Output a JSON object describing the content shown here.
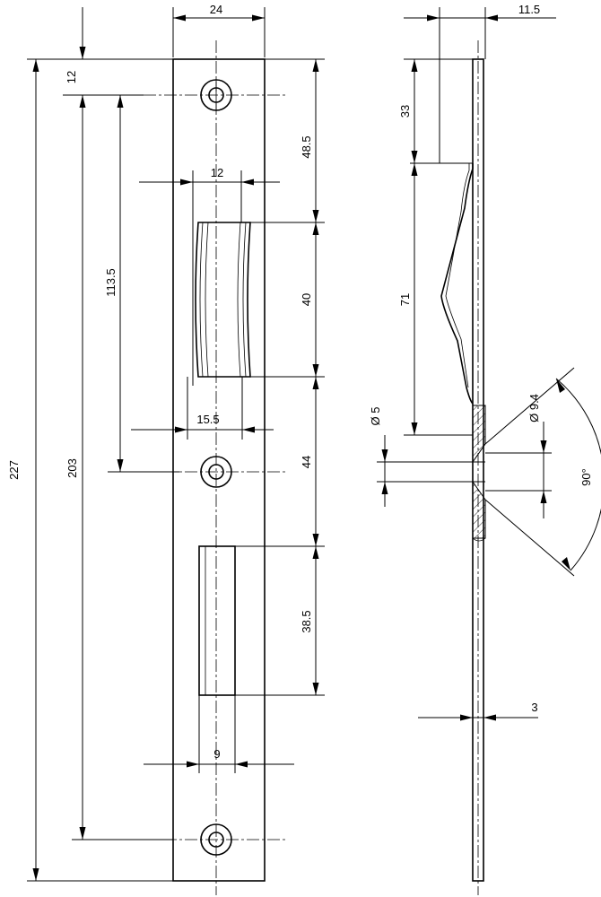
{
  "front_view": {
    "dimensions": {
      "plate_width": "24",
      "top_hole_offset": "12",
      "top_to_latch": "48.5",
      "latch_height": "40",
      "latch_width": "12",
      "latch_to_bolt": "44",
      "bolt_height": "38.5",
      "bolt_width": "9",
      "latch_offset": "15.5",
      "hole_span_113": "113.5",
      "hole_span_203": "203",
      "total_length": "227"
    }
  },
  "side_view": {
    "dimensions": {
      "depth": "11.5",
      "top_to_ramp": "33",
      "ramp_length": "71",
      "hole_dia_small": "Ø 5",
      "hole_dia_large": "Ø 9.4",
      "countersink_angle": "90°",
      "thickness": "3"
    }
  }
}
